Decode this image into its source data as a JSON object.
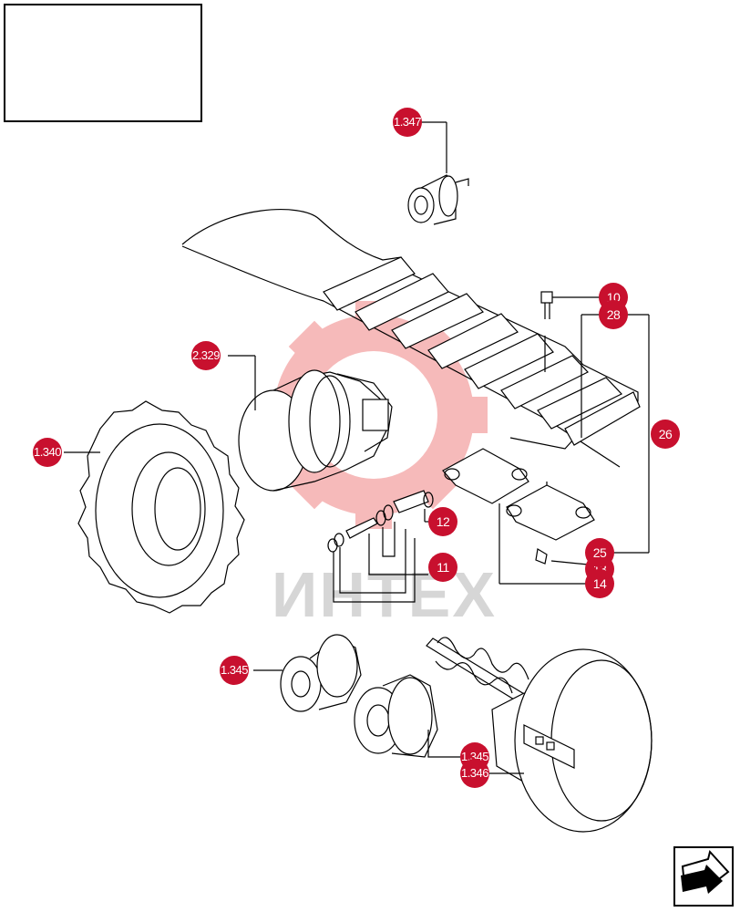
{
  "callouts": {
    "c1347": "1.347",
    "c2329": "2.329",
    "c1340": "1.340",
    "c10": "10",
    "c28": "28",
    "c26": "26",
    "c12": "12",
    "c11": "11",
    "c25": "25",
    "c13": "13",
    "c14": "14",
    "c1345a": "1.345",
    "c1345b": "1.345",
    "c1346": "1.346"
  },
  "watermark": {
    "text": "ИНТЕХ"
  },
  "colors": {
    "callout": "#c8102e",
    "watermark_logo": "#f4a3a3",
    "line": "#000000"
  },
  "icons": {
    "nav": "next-page-arrow-icon"
  }
}
